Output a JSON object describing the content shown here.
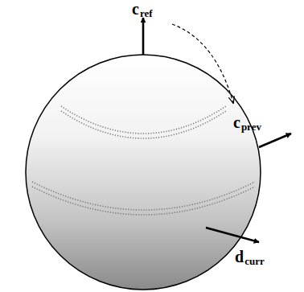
{
  "diagram": {
    "labels": [
      "cref",
      "cprev",
      "dcurr"
    ]
  }
}
